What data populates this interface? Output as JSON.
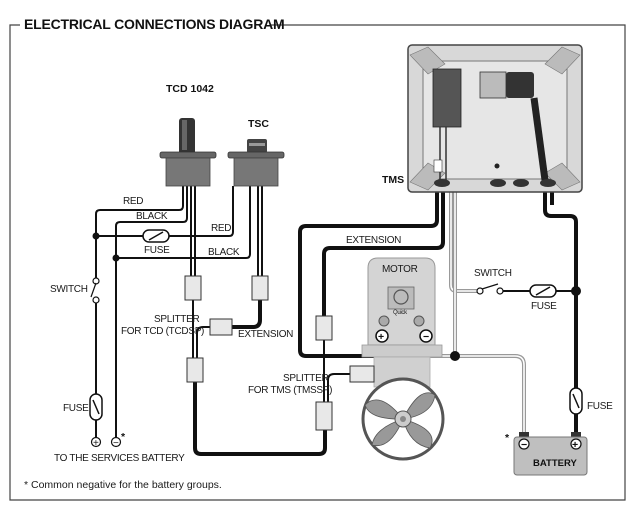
{
  "title": "ELECTRICAL CONNECTIONS DIAGRAM",
  "components": {
    "tcd": "TCD 1042",
    "tsc": "TSC",
    "tms": "TMS",
    "motor": "MOTOR",
    "battery": "BATTERY",
    "motor_brand": "Quick"
  },
  "wire_labels": {
    "red_1": "RED",
    "black_1": "BLACK",
    "red_2": "RED",
    "black_2": "BLACK",
    "extension_top": "EXTENSION",
    "extension_mid": "EXTENSION"
  },
  "labels": {
    "fuse_top": "FUSE",
    "switch_left": "SWITCH",
    "fuse_left": "FUSE",
    "splitter_tcd_1": "SPLITTER",
    "splitter_tcd_2": "FOR TCD (TCDSP)",
    "splitter_tms_1": "SPLITTER",
    "splitter_tms_2": "FOR TMS (TMSSP)",
    "switch_right": "SWITCH",
    "fuse_right": "FUSE",
    "fuse_battery": "FUSE",
    "services_battery": "TO THE SERVICES BATTERY",
    "plus": "+",
    "minus": "−",
    "asterisk": "*"
  },
  "footnote": "* Common negative for the battery groups.",
  "colors": {
    "wire": "#111111",
    "panel": "#d6d6d6",
    "frame": "#555555"
  }
}
